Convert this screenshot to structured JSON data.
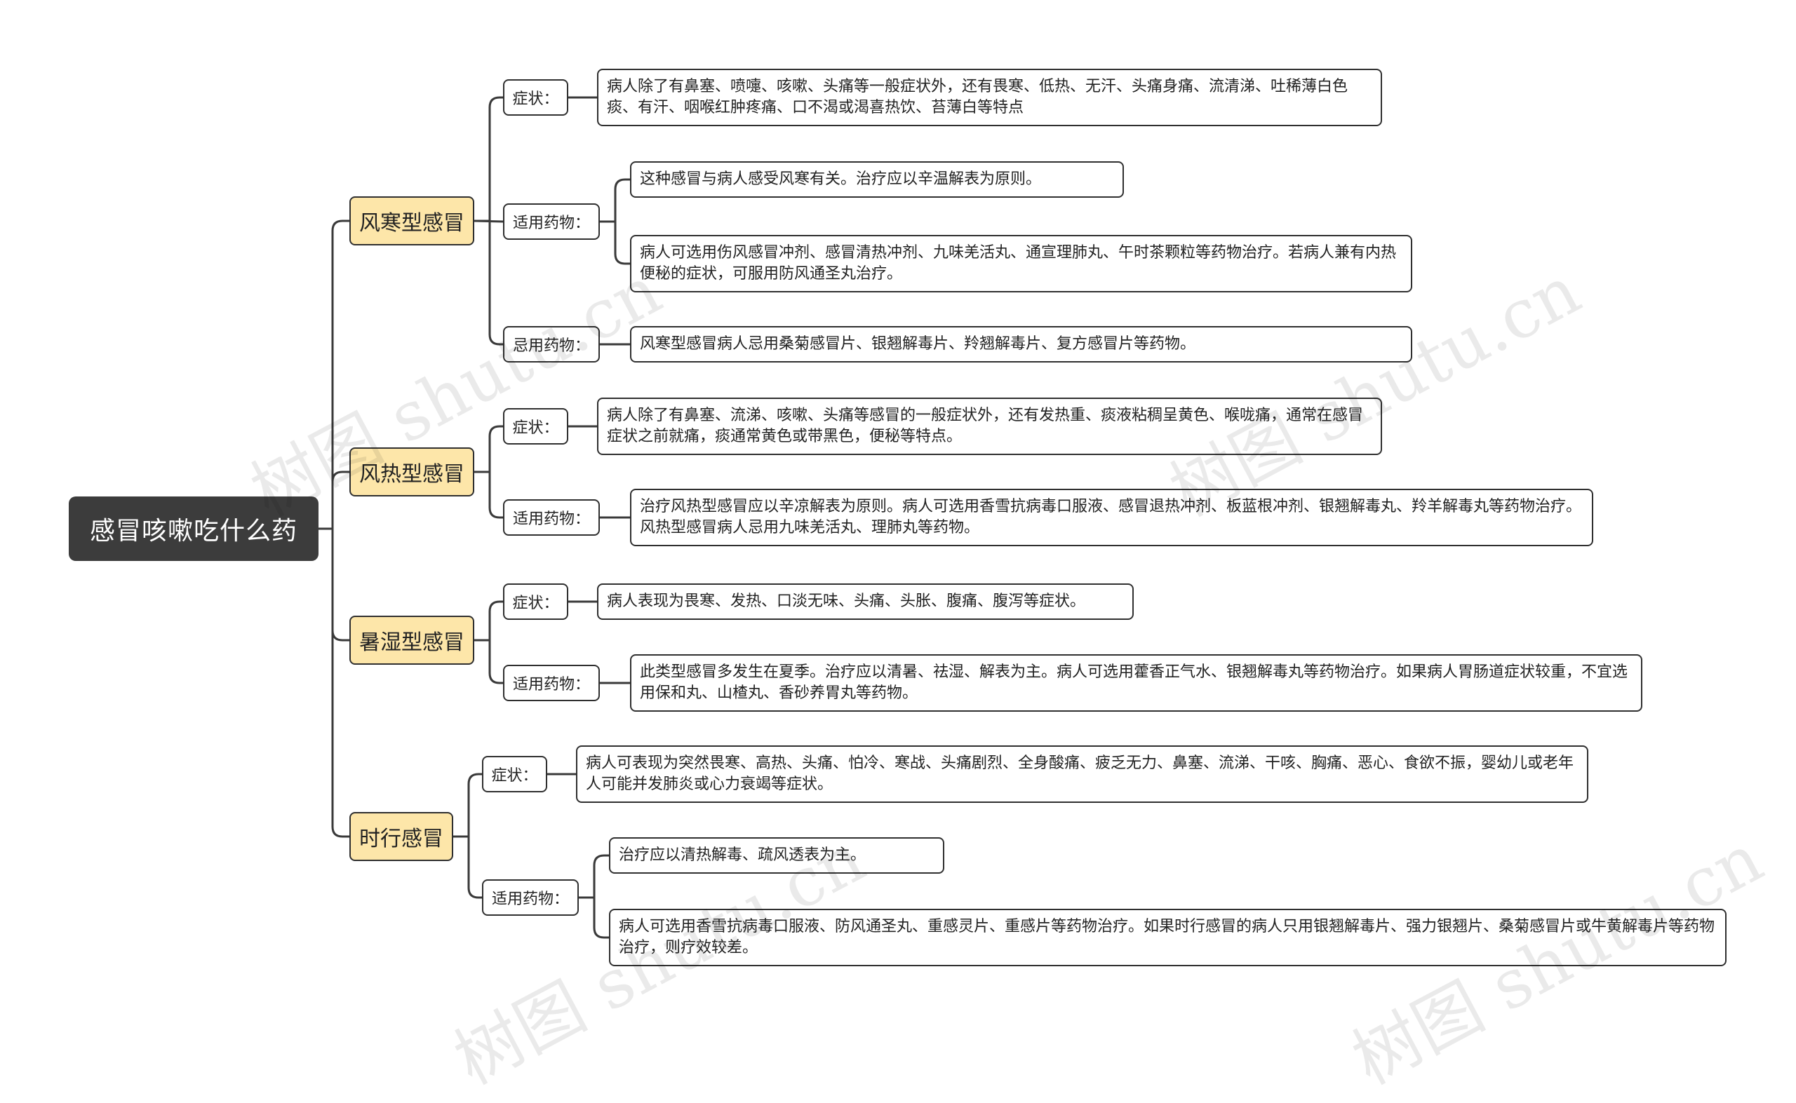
{
  "root": {
    "title": "感冒咳嗽吃什么药"
  },
  "watermark": "树图 shutu.cn",
  "categories": [
    {
      "title": "风寒型感冒",
      "branches": [
        {
          "label": "症状：",
          "items": [
            "病人除了有鼻塞、喷嚏、咳嗽、头痛等一般症状外，还有畏寒、低热、无汗、头痛身痛、流清涕、吐稀薄白色痰、有汗、咽喉红肿疼痛、口不渴或渴喜热饮、苔薄白等特点"
          ]
        },
        {
          "label": "适用药物：",
          "items": [
            "这种感冒与病人感受风寒有关。治疗应以辛温解表为原则。",
            "病人可选用伤风感冒冲剂、感冒清热冲剂、九味羌活丸、通宣理肺丸、午时茶颗粒等药物治疗。若病人兼有内热便秘的症状，可服用防风通圣丸治疗。"
          ]
        },
        {
          "label": "忌用药物：",
          "items": [
            "风寒型感冒病人忌用桑菊感冒片、银翘解毒片、羚翘解毒片、复方感冒片等药物。"
          ]
        }
      ]
    },
    {
      "title": "风热型感冒",
      "branches": [
        {
          "label": "症状：",
          "items": [
            "病人除了有鼻塞、流涕、咳嗽、头痛等感冒的一般症状外，还有发热重、痰液粘稠呈黄色、喉咙痛，通常在感冒症状之前就痛，痰通常黄色或带黑色，便秘等特点。"
          ]
        },
        {
          "label": "适用药物：",
          "items": [
            "治疗风热型感冒应以辛凉解表为原则。病人可选用香雪抗病毒口服液、感冒退热冲剂、板蓝根冲剂、银翘解毒丸、羚羊解毒丸等药物治疗。风热型感冒病人忌用九味羌活丸、理肺丸等药物。"
          ]
        }
      ]
    },
    {
      "title": "暑湿型感冒",
      "branches": [
        {
          "label": "症状：",
          "items": [
            "病人表现为畏寒、发热、口淡无味、头痛、头胀、腹痛、腹泻等症状。"
          ]
        },
        {
          "label": "适用药物：",
          "items": [
            "此类型感冒多发生在夏季。治疗应以清暑、祛湿、解表为主。病人可选用藿香正气水、银翘解毒丸等药物治疗。如果病人胃肠道症状较重，不宜选用保和丸、山楂丸、香砂养胃丸等药物。"
          ]
        }
      ]
    },
    {
      "title": "时行感冒",
      "branches": [
        {
          "label": "症状：",
          "items": [
            "病人可表现为突然畏寒、高热、头痛、怕冷、寒战、头痛剧烈、全身酸痛、疲乏无力、鼻塞、流涕、干咳、胸痛、恶心、食欲不振，婴幼儿或老年人可能并发肺炎或心力衰竭等症状。"
          ]
        },
        {
          "label": "适用药物：",
          "items": [
            "治疗应以清热解毒、疏风透表为主。",
            "病人可选用香雪抗病毒口服液、防风通圣丸、重感灵片、重感片等药物治疗。如果时行感冒的病人只用银翘解毒片、强力银翘片、桑菊感冒片或牛黄解毒片等药物治疗，则疗效较差。"
          ]
        }
      ]
    }
  ]
}
